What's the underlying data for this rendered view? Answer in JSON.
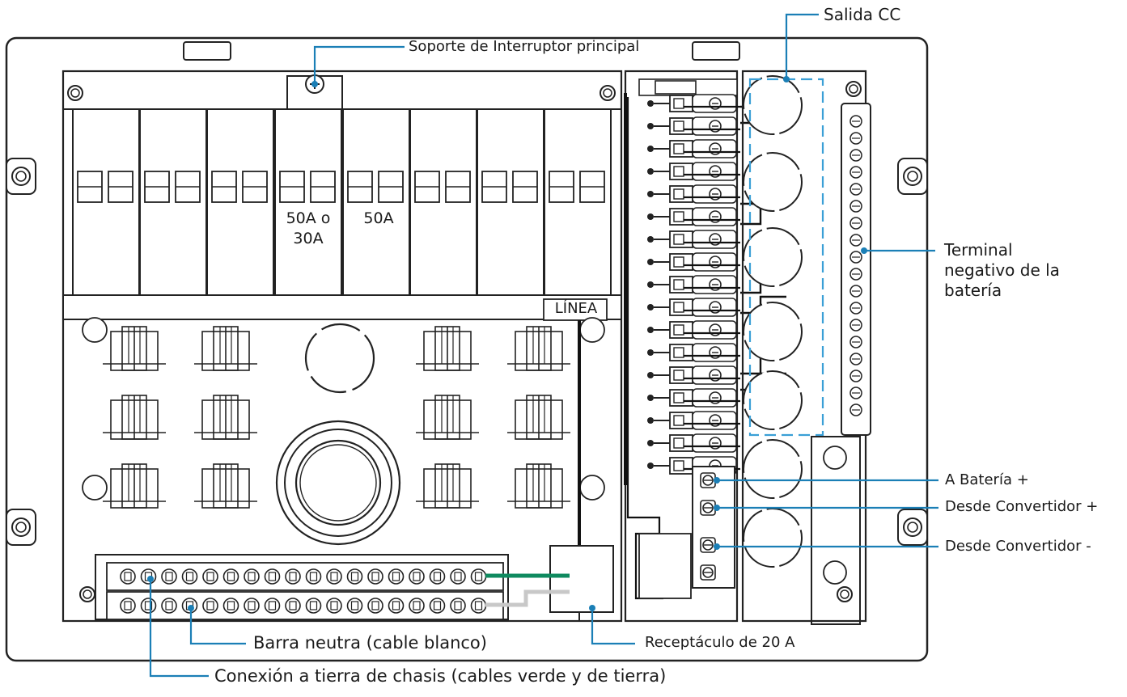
{
  "diagram": {
    "labels": {
      "dc_output": "Salida CC",
      "main_breaker_support": "Soporte de Interruptor principal",
      "battery_negative": "Terminal negativo de la batería",
      "to_battery_pos": "A Batería +",
      "from_converter_pos": "Desde Convertidor +",
      "from_converter_neg": "Desde Convertidor -",
      "neutral_bar": "Barra neutra (cable blanco)",
      "receptacle": "Receptáculo de 20 A",
      "chassis_ground": "Conexión a tierra de chasis (cables verde y de tierra)",
      "breaker_50_30": "50A o 30A",
      "breaker_50": "50A",
      "line": "LÍNEA"
    },
    "colors": {
      "callout": "#1b7fb6",
      "outline": "#222222",
      "ground_wire": "#0f8a5f",
      "neutral_wire": "#c8c8c8",
      "dashed_box": "#3a9fd6"
    }
  }
}
